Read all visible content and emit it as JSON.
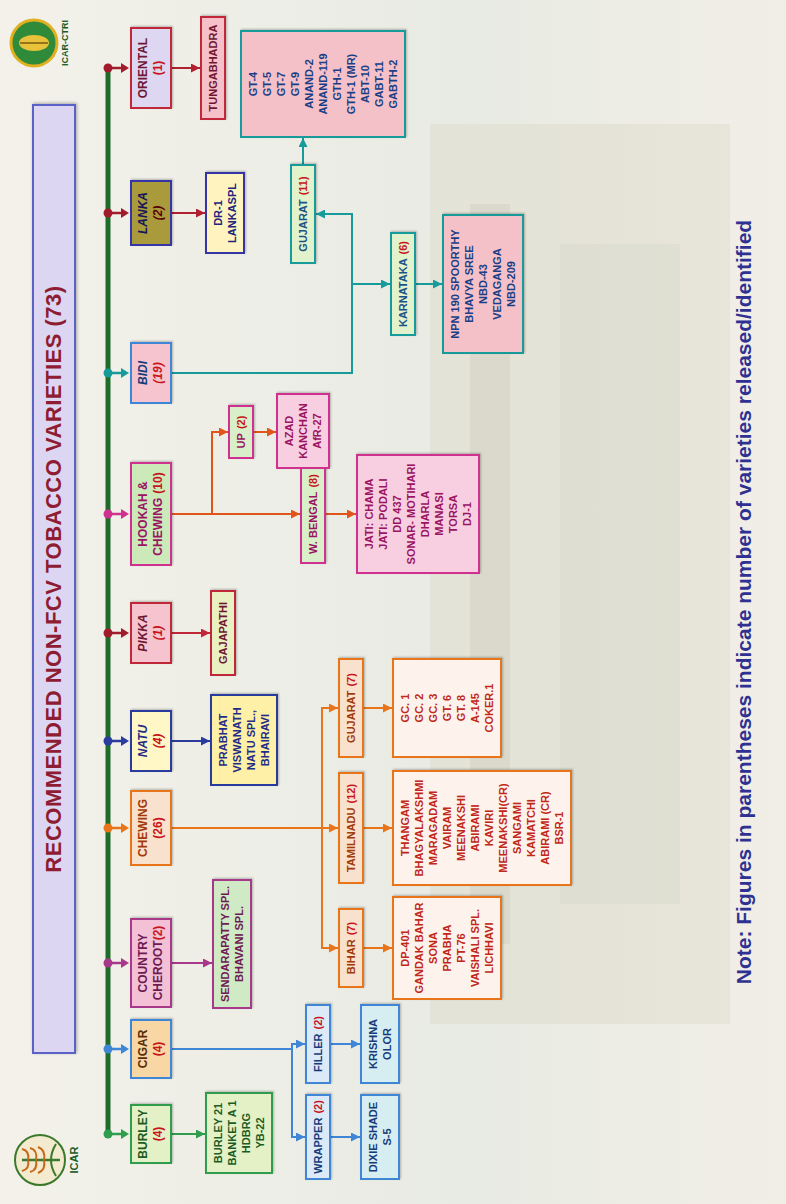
{
  "diagram": {
    "title": "RECOMMENDED NON-FCV TOBACCO VARIETIES (73)",
    "caption": "Note: Figures in parentheses indicate number of varieties released/identified",
    "nodes": [
      {
        "text": [
          "BURLEY",
          "(4)"
        ]
      },
      {
        "text": [
          "BURLEY 21",
          "BANKET A 1",
          "HDBRG",
          "YB-22"
        ]
      },
      {
        "text": [
          "CIGAR",
          "(4)"
        ]
      },
      {
        "text": [
          "WRAPPER",
          "(2)"
        ]
      },
      {
        "text": [
          "DIXIE SHADE",
          "S-5"
        ]
      },
      {
        "text": [
          "FILLER",
          "(2)"
        ]
      },
      {
        "text": [
          "KRISHNA",
          "OLOR"
        ]
      },
      {
        "text": [
          "COUNTRY CHEROOT",
          "(2)"
        ]
      },
      {
        "text": [
          "SENDARAPATTY SPL.",
          "BHAVANI SPL."
        ]
      },
      {
        "text": [
          "CHEWING",
          "(26)"
        ]
      },
      {
        "text": [
          "BIHAR",
          "(7)"
        ]
      },
      {
        "text": [
          "DP-401",
          "GANDAK BAHAR",
          "SONA",
          "PRABHA",
          "PT-76",
          "VAISHALI SPL.",
          "LICHHAVI"
        ]
      },
      {
        "text": [
          "TAMILNADU",
          "(12)"
        ]
      },
      {
        "text": [
          "THANGAM",
          "BHAGYALAKSHMI",
          "MARAGADAM",
          "VAIRAM",
          "MEENAKSHI",
          "ABIRAMI",
          "KAVIRI",
          "MEENAKSHI(CR)",
          "SANGAMI",
          "KAMATCHI",
          "ABIRAMI (CR)",
          "BSR-1"
        ]
      },
      {
        "text": [
          "GUJARAT",
          "(7)"
        ]
      },
      {
        "text": [
          "GC. 1",
          "GC. 2",
          "GC. 3",
          "GT. 6",
          "GT. 8",
          "A-145",
          "COKER.1"
        ]
      },
      {
        "text": [
          "NATU",
          "(4)"
        ]
      },
      {
        "text": [
          "PRABHAT",
          "VISWANATH",
          "NATU SPL.,",
          "BHAIRAVI"
        ]
      },
      {
        "text": [
          "PIKKA",
          "(1)"
        ]
      },
      {
        "text": [
          "GAJAPATHI"
        ]
      },
      {
        "text": [
          "HOOKAH & CHEWING",
          "(10)"
        ]
      },
      {
        "text": [
          "W. BENGAL",
          "(8)"
        ]
      },
      {
        "text": [
          "JATI: CHAMA",
          "JATI: PODALI",
          "DD 437",
          "SONAR- MOTIHARI",
          "DHARLA",
          "MANASI",
          "TORSA",
          "DJ-1"
        ]
      },
      {
        "text": [
          "UP",
          "(2)"
        ]
      },
      {
        "text": [
          "AZAD KANCHAN",
          "AfR-27"
        ]
      },
      {
        "text": [
          "BIDI",
          "(19)"
        ]
      },
      {
        "text": [
          "KARNATAKA",
          "(6)"
        ]
      },
      {
        "text": [
          "NPN 190 SPOORTHY",
          "BHAVYA SREE",
          "NBD-43",
          "VEDAGANGA",
          "NBD-209"
        ]
      },
      {
        "text": [
          "GUJARAT",
          "(11)"
        ]
      },
      {
        "text": [
          "GT-4",
          "GT-5",
          "GT-7",
          "GT-9",
          "ANAND-2",
          "ANAND-119",
          "GTH-1",
          "GTH-1 (MR)",
          "ABT-10",
          "GABT-11",
          "GABTH-2"
        ]
      },
      {
        "text": [
          "LANKA",
          "(2)"
        ]
      },
      {
        "text": [
          "DR-1",
          "LANKASPL"
        ]
      },
      {
        "text": [
          "ORIENTAL",
          "(1)"
        ]
      },
      {
        "text": [
          "TUNGABHADRA"
        ]
      }
    ],
    "edges": [
      {
        "from": 0,
        "to": 1,
        "arrow": "to"
      },
      {
        "from": 2,
        "to": 3,
        "arrow": "to"
      },
      {
        "from": 2,
        "to": 5,
        "arrow": "to"
      },
      {
        "from": 3,
        "to": 4,
        "arrow": "to"
      },
      {
        "from": 5,
        "to": 6,
        "arrow": "to"
      },
      {
        "from": 7,
        "to": 8,
        "arrow": "to"
      },
      {
        "from": 9,
        "to": 10,
        "arrow": "to"
      },
      {
        "from": 9,
        "to": 12,
        "arrow": "to"
      },
      {
        "from": 9,
        "to": 14,
        "arrow": "to"
      },
      {
        "from": 10,
        "to": 11,
        "arrow": "to"
      },
      {
        "from": 12,
        "to": 13,
        "arrow": "to"
      },
      {
        "from": 14,
        "to": 15,
        "arrow": "to"
      },
      {
        "from": 16,
        "to": 17,
        "arrow": "to"
      },
      {
        "from": 18,
        "to": 19,
        "arrow": "to"
      },
      {
        "from": 20,
        "to": 21,
        "arrow": "to"
      },
      {
        "from": 20,
        "to": 23,
        "arrow": "to"
      },
      {
        "from": 21,
        "to": 22,
        "arrow": "to"
      },
      {
        "from": 23,
        "to": 24,
        "arrow": "to"
      },
      {
        "from": 25,
        "to": 26,
        "arrow": "to"
      },
      {
        "from": 25,
        "to": 28,
        "arrow": "to"
      },
      {
        "from": 26,
        "to": 27,
        "arrow": "to"
      },
      {
        "from": 28,
        "to": 29,
        "arrow": "to"
      },
      {
        "from": 30,
        "to": 31,
        "arrow": "to"
      },
      {
        "from": 32,
        "to": 33,
        "arrow": "to"
      }
    ],
    "labels": [
      "ICAR",
      "ICAR-CTRI"
    ]
  }
}
